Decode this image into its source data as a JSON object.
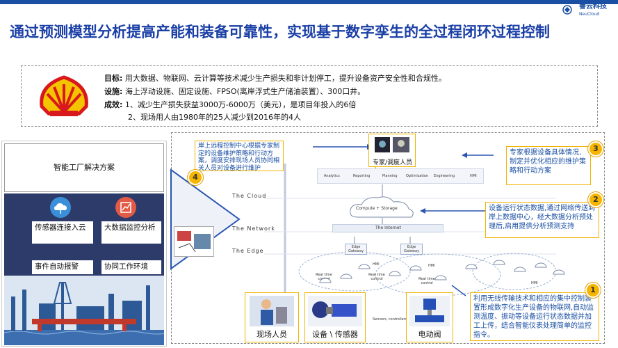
{
  "header": {
    "logo_name": "睿云科技",
    "logo_sub": "NeuCloud",
    "title": "通过预测模型分析提高产能和装备可靠性，实现基于数字孪生的全过程闭环过程控制"
  },
  "info": {
    "goal_label": "目标:",
    "goal_text": "用大数据、物联网、云计算等技术减少生产损失和非计划停工，提升设备资产安全性和合规性。",
    "facility_label": "设施:",
    "facility_text": "海上浮动设施、固定设施、FPSO(离岸浮式生产储油装置）、300口井。",
    "result_label": "成效:",
    "result_1": "1、减少生产损失获益3000万-6000万（美元），是项目年投入的6倍",
    "result_2": "2、现场用人由1980年的25人减少到2016年的4人"
  },
  "left_panel": {
    "card_title": "智能工厂解决方案",
    "items": [
      "传感器连接入云",
      "大数据监控分析",
      "事件自动报警",
      "协同工作环境"
    ]
  },
  "diagram": {
    "layers": [
      "The Cloud",
      "The Network",
      "The Edge"
    ],
    "apps": [
      "Analytics",
      "Reporting",
      "Planning",
      "Optimization",
      "Engineering",
      "HMI"
    ],
    "cloud_label": "Compute + Storage",
    "internet_label": "The Internet",
    "gateways": [
      "Edge Gateway",
      "Edge Gateway"
    ],
    "hmi_labels": [
      "HMI",
      "HMI",
      "HMI"
    ],
    "realtime_labels": [
      "Real time control",
      "Real time control",
      "Real time control"
    ],
    "sensor_label": "Sensors, controllers",
    "expert_label": "专家/调度人员",
    "photos": [
      "现场人员",
      "设备 \\ 传感器",
      "电动阀"
    ]
  },
  "callouts": {
    "c4_num": "4",
    "c4_text": "岸上远程控制中心根据专家制定的设备维护策略和行动方案，调度安排现场人员协同相关人员对设备进行维护",
    "c3_num": "3",
    "c3_text": "专家根据设备具体情况,制定并优化相应的维护策略和行动方案",
    "c2_num": "2",
    "c2_text": "设备运行状态数据,通过网络传送到岸上数据中心，经大数据分析预处理后,启用提供分析预测支持",
    "c1_num": "1",
    "c1_text": "利用无线传输技术和相应的集中控制装置形成数字化生产设备的物联网,自动监测温度、振动等设备运行状态数据并加工上传，结合智能仪表处理简单的监控指令。"
  },
  "colors": {
    "accent": "#1a4fa3",
    "callout_border": "#f0b400",
    "badge": "#f7b500",
    "panel_dark": "#2d3b6a"
  }
}
